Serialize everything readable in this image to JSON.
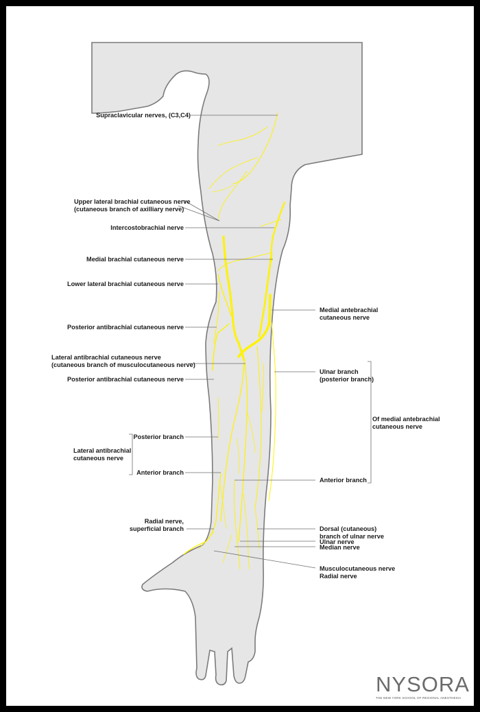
{
  "labels": {
    "supraclavicular": "Supraclavicular nerves, (C3,C4)",
    "upper_lateral_brachial": "Upper lateral brachial cutaneous nerve\n(cutaneous branch of axilliary nerve)",
    "intercostobrachial": "Intercostobrachial nerve",
    "medial_brachial": "Medial brachial cutaneous nerve",
    "lower_lateral_brachial": "Lower lateral brachial cutaneous nerve",
    "posterior_antibrachial_1": "Posterior antibrachial cutaneous nerve",
    "lateral_antibrachial": "Lateral antibrachial cutaneous nerve\n(cutaneous branch of musculocutaneous nerve)",
    "posterior_antibrachial_2": "Posterior antibrachial cutaneous nerve",
    "posterior_branch": "Posterior branch",
    "lateral_antibrachial_group": "Lateral antibrachial\ncutaneous nerve",
    "anterior_branch_lateral": "Anterior branch",
    "radial_superficial": "Radial nerve,\nsuperficial branch",
    "medial_antebrachial": "Medial antebrachial\ncutaneous nerve",
    "ulnar_branch": "Ulnar branch\n(posterior branch)",
    "of_medial_antebrachial": "Of medial antebrachial\ncutaneous nerve",
    "anterior_branch_medial": "Anterior branch",
    "dorsal_ulnar": "Dorsal (cutaneous)\nbranch of ulnar nerve",
    "ulnar_nerve": "Ulnar nerve",
    "median_nerve": "Median nerve",
    "musculocutaneous_radial": "Musculocutaneous nerve\nRadial nerve"
  },
  "logo": {
    "wordmark": "NYSORA",
    "tagline": "THE NEW YORK SCHOOL OF REGIONAL ANESTHESIA"
  },
  "colors": {
    "nerve": "#fff200",
    "skin": "#e6e6e6",
    "outline": "#7a7a7a",
    "frame": "#000000"
  }
}
